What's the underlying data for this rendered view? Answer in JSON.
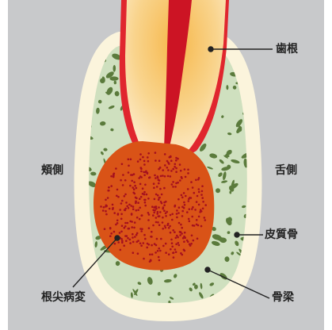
{
  "labels": {
    "root": "歯根",
    "buccal": "頬側",
    "lingual": "舌側",
    "cortical_bone": "皮質骨",
    "periapical_lesion": "根尖病変",
    "trabecular_bone": "骨梁"
  },
  "colors": {
    "background": "#c8c9cb",
    "cortical_bone": "#fbf4dc",
    "trabecular_bone_fill": "#cfe0bf",
    "trabecular_pattern": "#5b7b3c",
    "lesion_fill": "#d95317",
    "lesion_dots": "#a5101e",
    "root_outer": "#fbe9c8",
    "root_inner": "#f6b74a",
    "pulp_canal": "#cc1424",
    "pdl_red": "#e0262e",
    "leader_line": "#222222"
  }
}
